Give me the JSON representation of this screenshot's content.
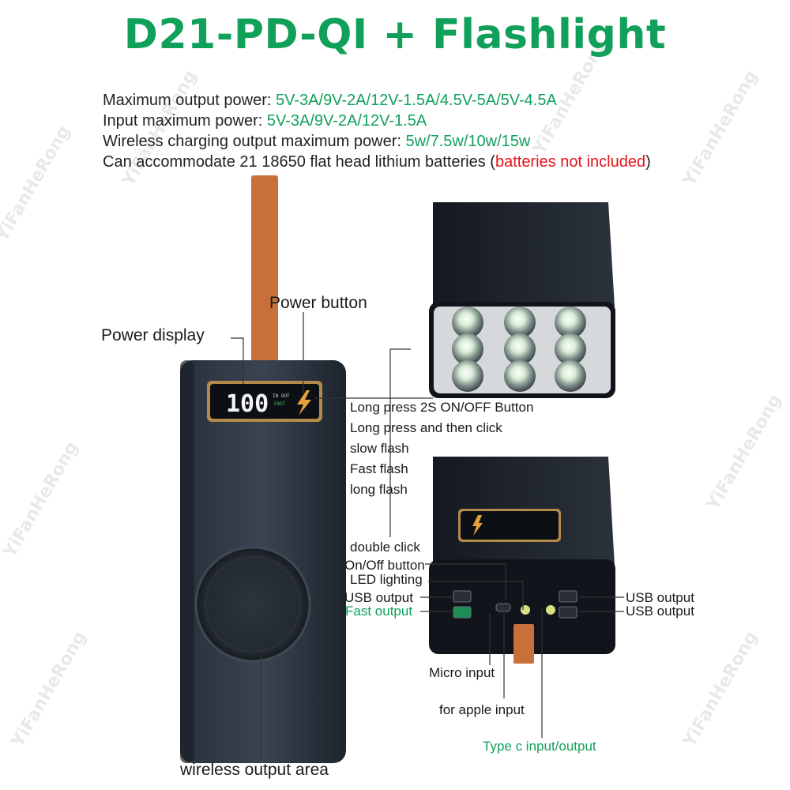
{
  "title": "D21-PD-QI + Flashlight",
  "specs": [
    {
      "label": "Maximum output power: ",
      "value": "5V-3A/9V-2A/12V-1.5A/4.5V-5A/5V-4.5A"
    },
    {
      "label": "Input maximum power: ",
      "value": "5V-3A/9V-2A/12V-1.5A"
    },
    {
      "label": "Wireless charging output maximum power: ",
      "value": "5w/7.5w/10w/15w"
    }
  ],
  "capacity": {
    "text": "Can accommodate 21 18650 flat head lithium batteries (",
    "note": "batteries not included",
    "close": ")"
  },
  "labels": {
    "power_button": "Power button",
    "power_display": "Power display",
    "button_modes": [
      "Long press 2S ON/OFF Button",
      "Long press and then click",
      "slow flash",
      "Fast flash",
      "long flash"
    ],
    "double_click": "double click",
    "on_off_button": "On/Off button",
    "led_lighting": "LED lighting",
    "usb_output_left": "USB output",
    "fast_output": "Fast output",
    "usb_output_right_1": "USB output",
    "usb_output_right_2": "USB output",
    "micro_input": "Micro input",
    "apple_input": "for apple input",
    "type_c": "Type c input/output",
    "wireless_area": "wireless output area"
  },
  "display": {
    "reading": "100",
    "in_out": "IN OUT",
    "fast": "FAST"
  },
  "watermark": "YiFanHeRong",
  "colors": {
    "title_green": "#11a05a",
    "warning_red": "#e4141b",
    "device_body": "#2b3340",
    "strap": "#c8703a"
  }
}
